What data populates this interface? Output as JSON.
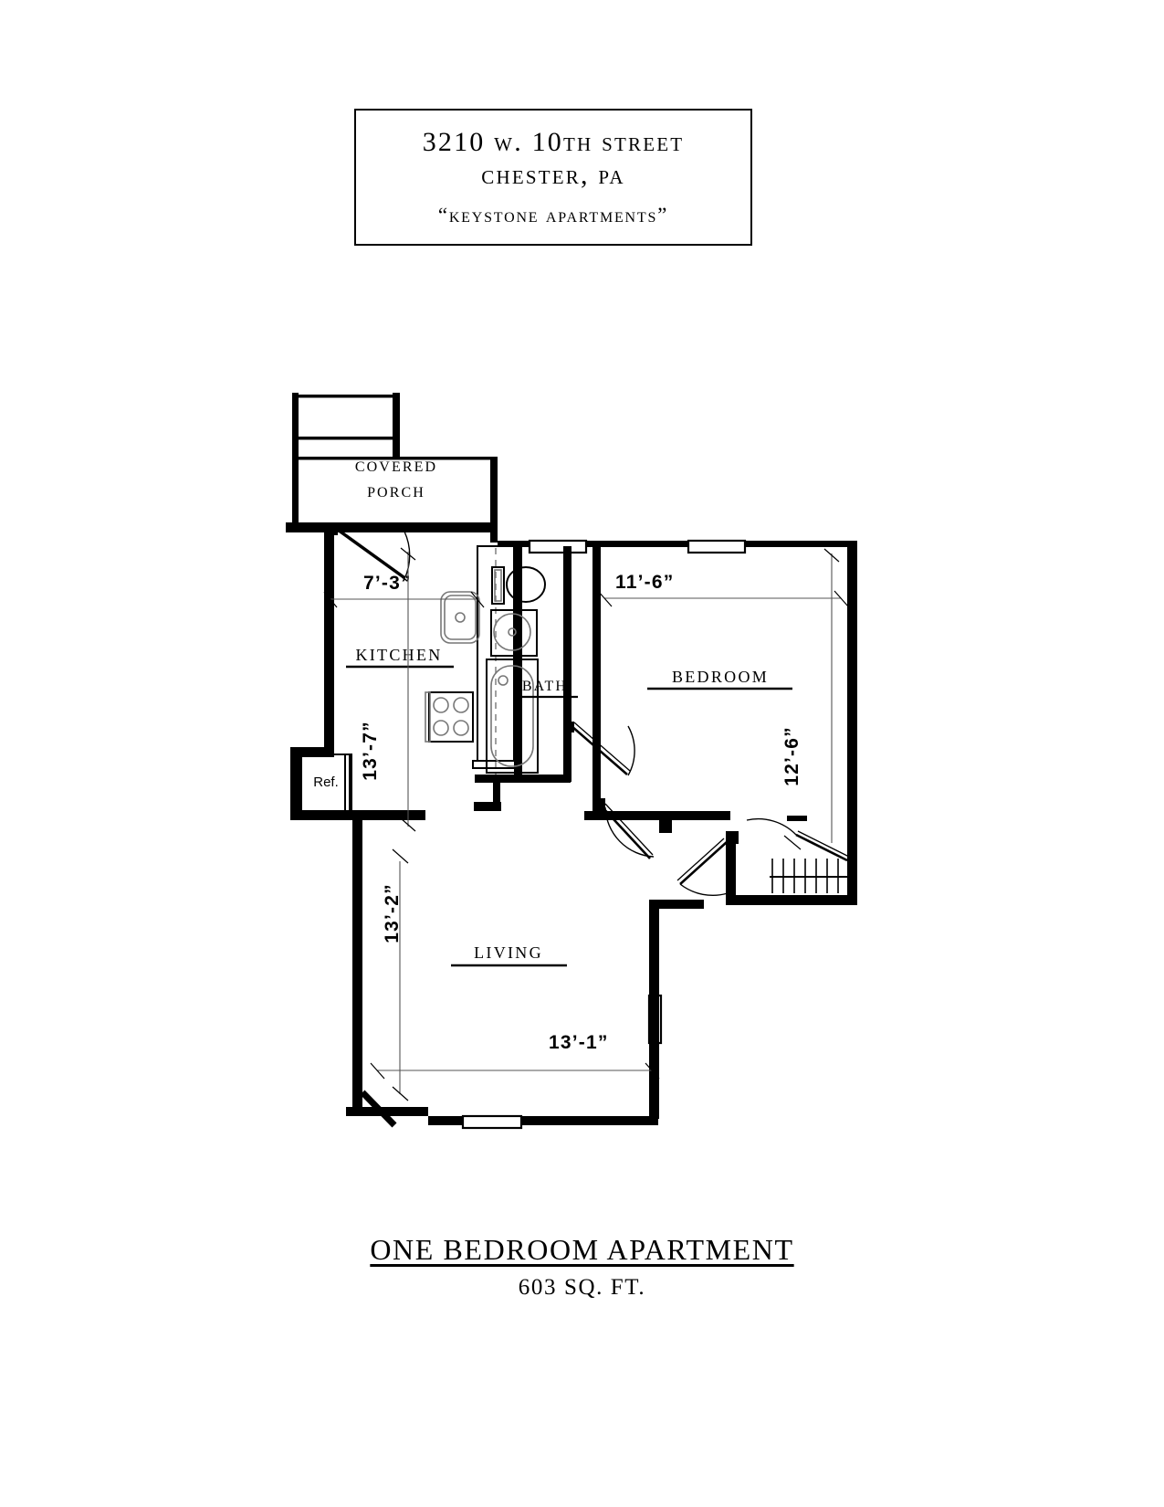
{
  "title_block": {
    "line1": "3210 W. 10th Street",
    "line2": "Chester, PA",
    "line3": "“Keystone Apartments”"
  },
  "footer": {
    "title": "ONE BEDROOM APARTMENT",
    "sqft": "603 SQ. FT."
  },
  "plan": {
    "rooms": [
      {
        "name": "covered-porch",
        "label_line1": "Covered",
        "label_line2": "Porch",
        "underlined": false
      },
      {
        "name": "kitchen",
        "label": "Kitchen",
        "underlined": true
      },
      {
        "name": "bath",
        "label": "Bath",
        "underlined": true
      },
      {
        "name": "bedroom",
        "label": "Bedroom",
        "underlined": true
      },
      {
        "name": "living",
        "label": "Living",
        "underlined": true
      }
    ],
    "room_labels": {
      "covered_porch_1": "Covered",
      "covered_porch_2": "Porch",
      "kitchen": "Kitchen",
      "bath": "Bath",
      "bedroom": "Bedroom",
      "living": "Living"
    },
    "appliances": {
      "refrigerator": "Ref."
    },
    "dimensions": {
      "kitchen_width": "7’-3”",
      "kitchen_depth": "13’-7”",
      "bedroom_width": "11’-6”",
      "bedroom_depth": "12’-6”",
      "living_depth": "13’-2”",
      "living_width": "13’-1”"
    }
  },
  "colors": {
    "ink": "#000000",
    "paper": "#ffffff",
    "thin_line": "#555555"
  }
}
